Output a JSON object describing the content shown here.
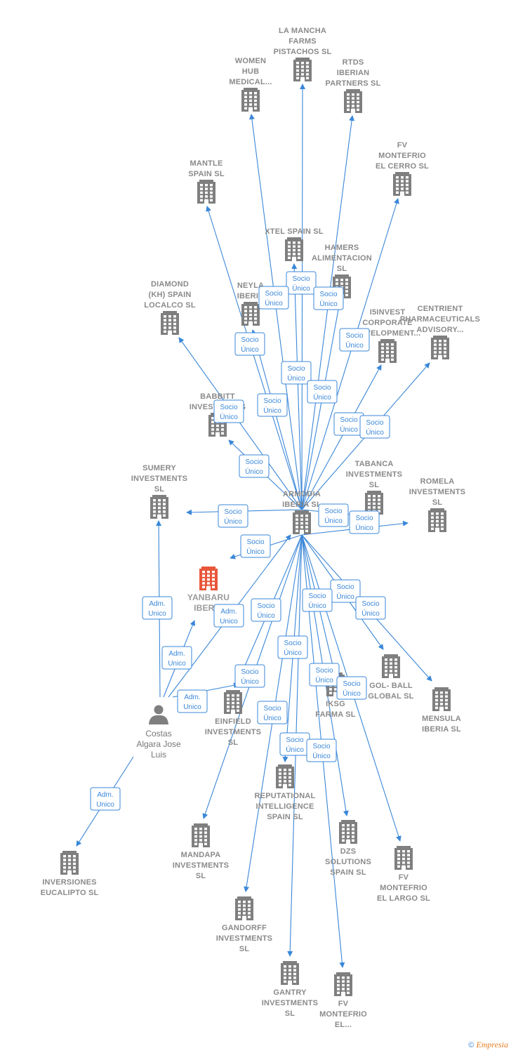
{
  "colors": {
    "edge": "#3a87d8",
    "building": "#7f7f7f",
    "focus_building": "#e8563a",
    "person": "#7f7f7f"
  },
  "footer": {
    "copyright_symbol": "©",
    "brand": "Empresia"
  },
  "nodes": [
    {
      "id": "armodia",
      "type": "company",
      "lines": [
        "ARMODIA",
        "IBERIA SL"
      ]
    },
    {
      "id": "yanbaru",
      "type": "company-focus",
      "lines": [
        "YANBARU",
        "IBERIA"
      ]
    },
    {
      "id": "costas",
      "type": "person",
      "lines": [
        "Costas",
        "Algara Jose",
        "Luis"
      ]
    },
    {
      "id": "inversiones",
      "type": "company",
      "lines": [
        "INVERSIONES",
        "EUCALIPTO SL"
      ]
    },
    {
      "id": "lamancha",
      "type": "company",
      "lines": [
        "LA MANCHA",
        "FARMS",
        "PISTACHOS SL"
      ]
    },
    {
      "id": "womenhub",
      "type": "company",
      "lines": [
        "WOMEN",
        "HUB",
        "MEDICAL..."
      ]
    },
    {
      "id": "rtds",
      "type": "company",
      "lines": [
        "RTDS",
        "IBERIAN",
        "PARTNERS SL"
      ]
    },
    {
      "id": "fvcerro",
      "type": "company",
      "lines": [
        "FV",
        "MONTEFRIO",
        "EL CERRO SL"
      ]
    },
    {
      "id": "mantle",
      "type": "company",
      "lines": [
        "MANTLE",
        "SPAIN SL"
      ]
    },
    {
      "id": "xtel",
      "type": "company",
      "lines": [
        "XTEL SPAIN SL"
      ]
    },
    {
      "id": "hamers",
      "type": "company",
      "lines": [
        "HAMERS",
        "ALIMENTACION",
        "SL"
      ]
    },
    {
      "id": "neyla",
      "type": "company",
      "lines": [
        "NEYLA",
        "IBERIA"
      ]
    },
    {
      "id": "diamond",
      "type": "company",
      "lines": [
        "DIAMOND",
        "(KH) SPAIN",
        "LOCALCO SL"
      ]
    },
    {
      "id": "i5invest",
      "type": "company",
      "lines": [
        "I5INVEST",
        "CORPORATE",
        "DEVELOPMENT..."
      ]
    },
    {
      "id": "centrient",
      "type": "company",
      "lines": [
        "CENTRIENT",
        "PHARMACEUTICALS",
        "ADVISORY..."
      ]
    },
    {
      "id": "babbitt",
      "type": "company",
      "lines": [
        "BABBITT",
        "INVESTMENTS"
      ]
    },
    {
      "id": "sumery",
      "type": "company",
      "lines": [
        "SUMERY",
        "INVESTMENTS",
        "SL"
      ]
    },
    {
      "id": "tabanca",
      "type": "company",
      "lines": [
        "TABANCA",
        "INVESTMENTS",
        "SL"
      ]
    },
    {
      "id": "romela",
      "type": "company",
      "lines": [
        "ROMELA",
        "INVESTMENTS",
        "SL"
      ]
    },
    {
      "id": "golball",
      "type": "company",
      "lines": [
        "GOL- BALL",
        "GLOBAL SL"
      ]
    },
    {
      "id": "mensula",
      "type": "company",
      "lines": [
        "MENSULA",
        "IBERIA SL"
      ]
    },
    {
      "id": "iksg",
      "type": "company",
      "lines": [
        "IKSG",
        "FARMA SL"
      ]
    },
    {
      "id": "einfield",
      "type": "company",
      "lines": [
        "EINFIELD",
        "INVESTMENTS",
        "SL"
      ]
    },
    {
      "id": "reputational",
      "type": "company",
      "lines": [
        "REPUTATIONAL",
        "INTELLIGENCE",
        "SPAIN SL"
      ]
    },
    {
      "id": "mandapa",
      "type": "company",
      "lines": [
        "MANDAPA",
        "INVESTMENTS",
        "SL"
      ]
    },
    {
      "id": "dzs",
      "type": "company",
      "lines": [
        "DZS",
        "SOLUTIONS",
        "SPAIN SL"
      ]
    },
    {
      "id": "fvlargo",
      "type": "company",
      "lines": [
        "FV",
        "MONTEFRIO",
        "EL LARGO SL"
      ]
    },
    {
      "id": "gandorff",
      "type": "company",
      "lines": [
        "GANDORFF",
        "INVESTMENTS",
        "SL"
      ]
    },
    {
      "id": "gantry",
      "type": "company",
      "lines": [
        "GANTRY",
        "INVESTMENTS",
        "SL"
      ]
    },
    {
      "id": "fvel",
      "type": "company",
      "lines": [
        "FV",
        "MONTEFRIO",
        "EL..."
      ]
    }
  ],
  "edges": [
    {
      "from": "armodia",
      "to": "lamancha",
      "label": [
        "Socio",
        "Único"
      ]
    },
    {
      "from": "armodia",
      "to": "womenhub",
      "label": [
        "Socio",
        "Único"
      ]
    },
    {
      "from": "armodia",
      "to": "rtds",
      "label": [
        "Socio",
        "Único"
      ]
    },
    {
      "from": "armodia",
      "to": "fvcerro",
      "label": [
        "Socio",
        "Único"
      ]
    },
    {
      "from": "armodia",
      "to": "mantle",
      "label": [
        "Socio",
        "Único"
      ]
    },
    {
      "from": "armodia",
      "to": "xtel",
      "label": [
        "Socio",
        "Único"
      ]
    },
    {
      "from": "armodia",
      "to": "hamers",
      "label": [
        "Socio",
        "Único"
      ]
    },
    {
      "from": "armodia",
      "to": "neyla",
      "label": [
        "Socio",
        "Único"
      ]
    },
    {
      "from": "armodia",
      "to": "diamond",
      "label": [
        "Socio",
        "Único"
      ]
    },
    {
      "from": "armodia",
      "to": "i5invest",
      "label": [
        "Socio",
        "Único"
      ]
    },
    {
      "from": "armodia",
      "to": "centrient",
      "label": [
        "Socio",
        "Único"
      ]
    },
    {
      "from": "armodia",
      "to": "babbitt",
      "label": [
        "Socio",
        "Único"
      ]
    },
    {
      "from": "armodia",
      "to": "sumery",
      "label": [
        "Socio",
        "Único"
      ]
    },
    {
      "from": "armodia",
      "to": "tabanca",
      "label": [
        "Socio",
        "Único"
      ]
    },
    {
      "from": "armodia",
      "to": "romela",
      "label": [
        "Socio",
        "Único"
      ]
    },
    {
      "from": "armodia",
      "to": "yanbaru",
      "label": [
        "Socio",
        "Único"
      ]
    },
    {
      "from": "armodia",
      "to": "golball",
      "label": [
        "Socio",
        "Único"
      ]
    },
    {
      "from": "armodia",
      "to": "mensula",
      "label": [
        "Socio",
        "Único"
      ]
    },
    {
      "from": "armodia",
      "to": "iksg",
      "label": [
        "Socio",
        "Único"
      ]
    },
    {
      "from": "armodia",
      "to": "einfield",
      "label": [
        "Socio",
        "Único"
      ]
    },
    {
      "from": "armodia",
      "to": "reputational",
      "label": [
        "Socio",
        "Único"
      ]
    },
    {
      "from": "armodia",
      "to": "mandapa",
      "label": [
        "Socio",
        "Único"
      ]
    },
    {
      "from": "armodia",
      "to": "dzs",
      "label": [
        "Socio",
        "Único"
      ]
    },
    {
      "from": "armodia",
      "to": "fvlargo",
      "label": [
        "Socio",
        "Único"
      ]
    },
    {
      "from": "armodia",
      "to": "gandorff",
      "label": [
        "Socio",
        "Único"
      ]
    },
    {
      "from": "armodia",
      "to": "gantry",
      "label": [
        "Socio",
        "Único"
      ]
    },
    {
      "from": "armodia",
      "to": "fvel",
      "label": [
        "Socio",
        "Único"
      ]
    },
    {
      "from": "costas",
      "to": "sumery",
      "label": [
        "Adm.",
        "Unico"
      ]
    },
    {
      "from": "costas",
      "to": "yanbaru",
      "label": [
        "Adm.",
        "Unico"
      ]
    },
    {
      "from": "costas",
      "to": "armodia",
      "label": [
        "Adm.",
        "Unico"
      ]
    },
    {
      "from": "costas",
      "to": "einfield",
      "label": [
        "Adm.",
        "Unico"
      ]
    },
    {
      "from": "costas",
      "to": "inversiones",
      "label": [
        "Adm.",
        "Unico"
      ]
    }
  ]
}
